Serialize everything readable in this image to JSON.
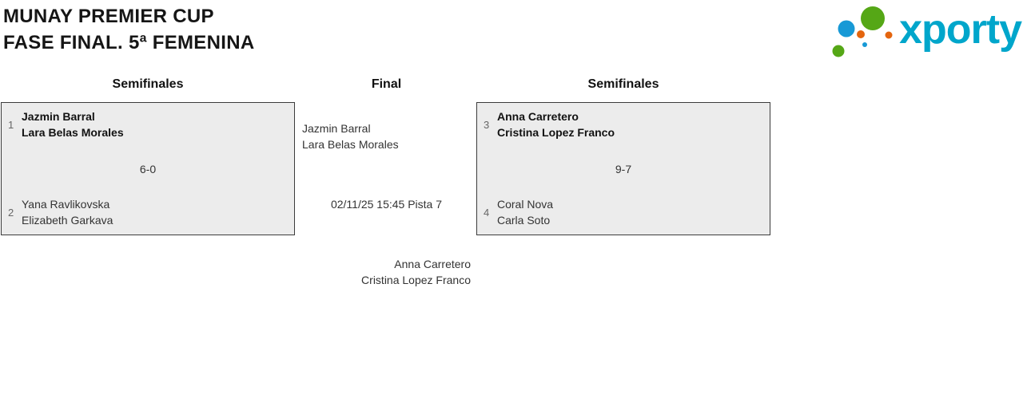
{
  "page": {
    "title_line1": "MUNAY PREMIER CUP",
    "title_line2": "FASE FINAL. 5ª FEMENINA"
  },
  "logo": {
    "text": "xporty",
    "colors": {
      "green": "#55a716",
      "blue": "#1799d6",
      "orange": "#e4650e",
      "teal": "#00a6cb"
    }
  },
  "bracket": {
    "semifinal_left": {
      "header": "Semifinales",
      "top": {
        "seed": "1",
        "players": [
          "Jazmin Barral",
          "Lara Belas Morales"
        ]
      },
      "score": "6-0",
      "bottom": {
        "seed": "2",
        "players": [
          "Yana Ravlikovska",
          "Elizabeth Garkava"
        ]
      }
    },
    "final": {
      "header": "Final",
      "team_top": [
        "Jazmin Barral",
        "Lara Belas Morales"
      ],
      "schedule": "02/11/25 15:45 Pista 7",
      "team_bottom": [
        "Anna Carretero",
        "Cristina Lopez Franco"
      ]
    },
    "semifinal_right": {
      "header": "Semifinales",
      "top": {
        "seed": "3",
        "players": [
          "Anna Carretero",
          "Cristina Lopez Franco"
        ]
      },
      "score": "9-7",
      "bottom": {
        "seed": "4",
        "players": [
          "Coral Nova",
          "Carla Soto"
        ]
      }
    }
  }
}
